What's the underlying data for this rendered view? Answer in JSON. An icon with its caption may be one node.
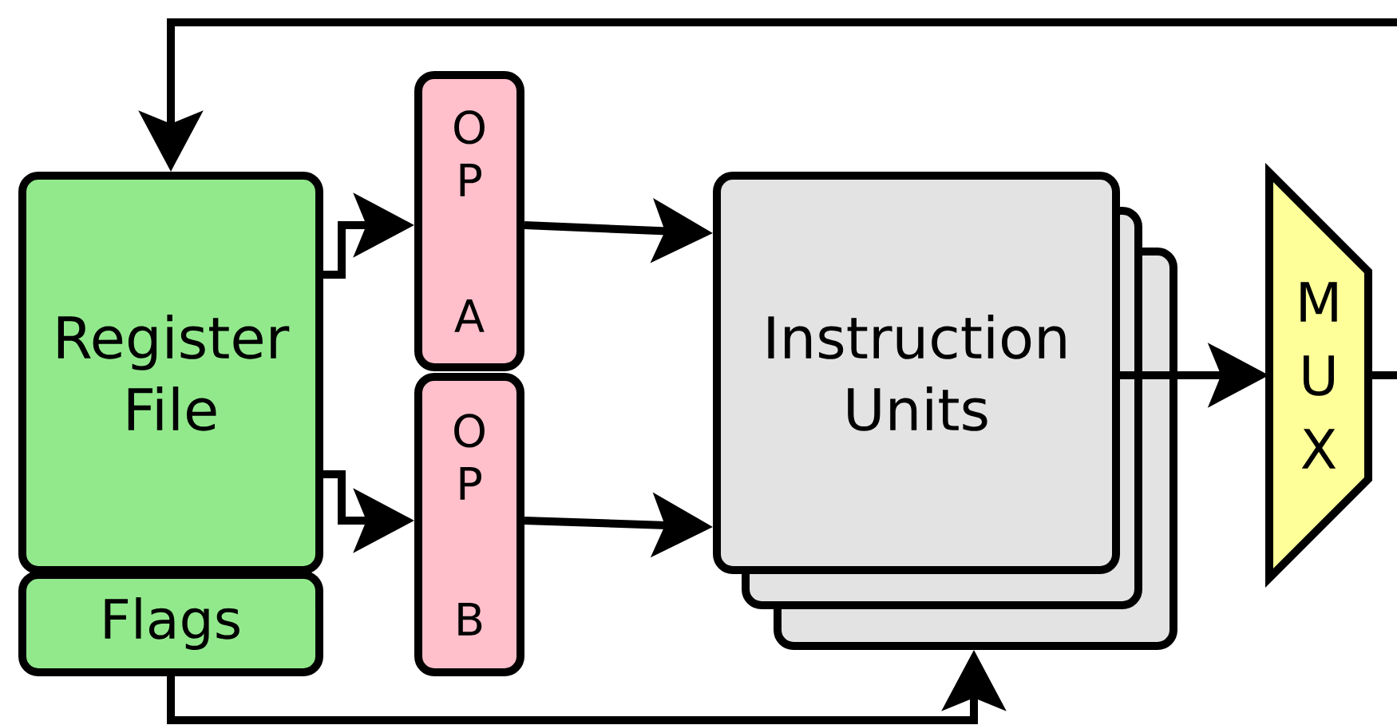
{
  "diagram": {
    "nodes": [
      {
        "text": [
          "Register File"
        ]
      },
      {
        "text": [
          "Flags"
        ]
      },
      {
        "text": [
          "O",
          "P",
          "A"
        ]
      },
      {
        "text": [
          "O",
          "P",
          "B"
        ]
      },
      {
        "text": [
          "Instruction Units"
        ]
      },
      {
        "text": [
          "M",
          "U",
          "X"
        ]
      }
    ],
    "edges": [
      {
        "from": 5,
        "to": 0,
        "arrow": "to"
      },
      {
        "from": 0,
        "to": 2,
        "arrow": "to"
      },
      {
        "from": 0,
        "to": 3,
        "arrow": "to"
      },
      {
        "from": 2,
        "to": 4,
        "arrow": "to"
      },
      {
        "from": 3,
        "to": 4,
        "arrow": "to"
      },
      {
        "from": 4,
        "to": 5,
        "arrow": "to"
      },
      {
        "from": 1,
        "to": 4,
        "arrow": "to"
      }
    ]
  }
}
